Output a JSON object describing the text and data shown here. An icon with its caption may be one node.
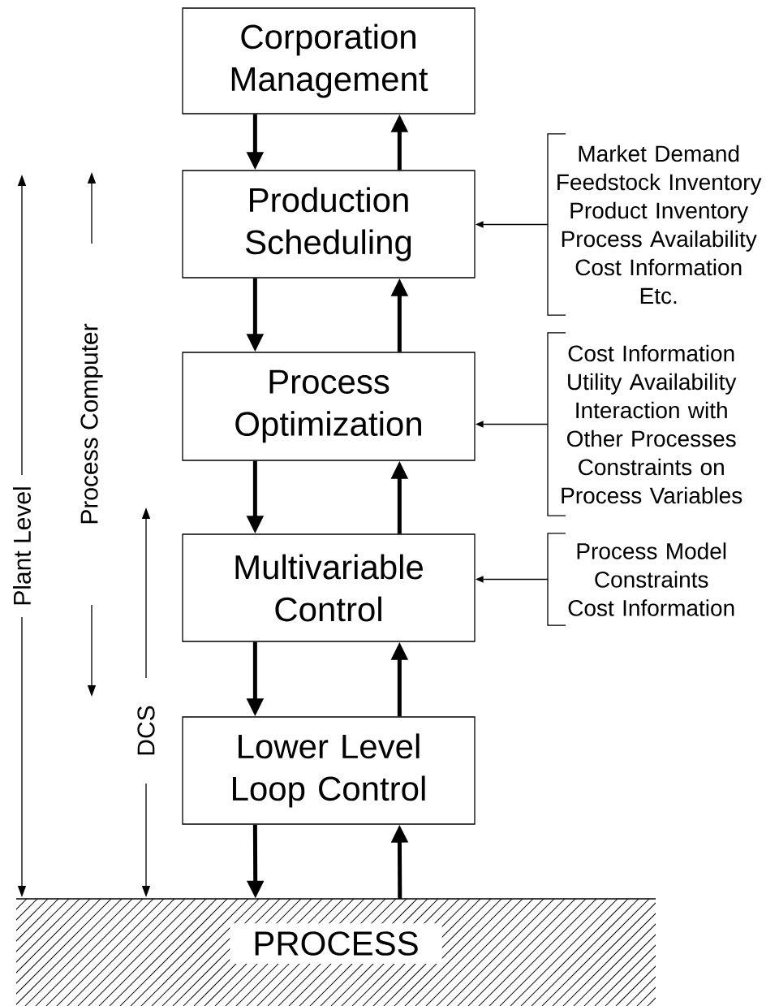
{
  "diagram": {
    "nodes": [
      {
        "text": [
          "Corporation Management"
        ]
      },
      {
        "text": [
          "Production Scheduling"
        ]
      },
      {
        "text": [
          "Process Optimization"
        ]
      },
      {
        "text": [
          "Multivariable Control"
        ]
      },
      {
        "text": [
          "Lower Level Loop Control"
        ]
      },
      {
        "text": [
          "PROCESS"
        ]
      },
      {
        "text": [
          "Market Demand",
          "Feedstock Inventory",
          "Product Inventory",
          "Process Availability",
          "Cost Information",
          "Etc."
        ]
      },
      {
        "text": [
          "Cost Information",
          "Utility Availability",
          "Interaction with Other Processes",
          "Constraints on Process Variables"
        ]
      },
      {
        "text": [
          "Process Model",
          "Constraints",
          "Cost Information"
        ]
      }
    ],
    "edges": [
      {
        "from": 0,
        "to": 1,
        "arrow": "to"
      },
      {
        "from": 1,
        "to": 0,
        "arrow": "to"
      },
      {
        "from": 1,
        "to": 2,
        "arrow": "to"
      },
      {
        "from": 2,
        "to": 1,
        "arrow": "to"
      },
      {
        "from": 2,
        "to": 3,
        "arrow": "to"
      },
      {
        "from": 3,
        "to": 2,
        "arrow": "to"
      },
      {
        "from": 3,
        "to": 4,
        "arrow": "to"
      },
      {
        "from": 4,
        "to": 3,
        "arrow": "to"
      },
      {
        "from": 4,
        "to": 5,
        "arrow": "to"
      },
      {
        "from": 5,
        "to": 4,
        "arrow": "to"
      },
      {
        "from": 6,
        "to": 1,
        "arrow": "to"
      },
      {
        "from": 7,
        "to": 2,
        "arrow": "to"
      },
      {
        "from": 8,
        "to": 3,
        "arrow": "to"
      }
    ],
    "labels": [
      "Plant Level",
      "Process Computer",
      "DCS"
    ]
  }
}
